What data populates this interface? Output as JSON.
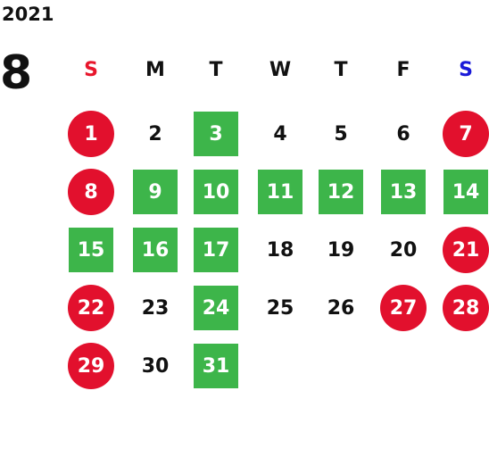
{
  "calendar": {
    "year": "2021",
    "month": "8",
    "weekdays": [
      "S",
      "M",
      "T",
      "W",
      "T",
      "F",
      "S"
    ],
    "days": [
      {
        "label": "1",
        "type": "holiday"
      },
      {
        "label": "2",
        "type": "normal"
      },
      {
        "label": "3",
        "type": "green"
      },
      {
        "label": "4",
        "type": "normal"
      },
      {
        "label": "5",
        "type": "normal"
      },
      {
        "label": "6",
        "type": "normal"
      },
      {
        "label": "7",
        "type": "holiday"
      },
      {
        "label": "8",
        "type": "holiday"
      },
      {
        "label": "9",
        "type": "green"
      },
      {
        "label": "10",
        "type": "green"
      },
      {
        "label": "11",
        "type": "green"
      },
      {
        "label": "12",
        "type": "green"
      },
      {
        "label": "13",
        "type": "green"
      },
      {
        "label": "14",
        "type": "green"
      },
      {
        "label": "15",
        "type": "green"
      },
      {
        "label": "16",
        "type": "green"
      },
      {
        "label": "17",
        "type": "green"
      },
      {
        "label": "18",
        "type": "normal"
      },
      {
        "label": "19",
        "type": "normal"
      },
      {
        "label": "20",
        "type": "normal"
      },
      {
        "label": "21",
        "type": "holiday"
      },
      {
        "label": "22",
        "type": "holiday"
      },
      {
        "label": "23",
        "type": "normal"
      },
      {
        "label": "24",
        "type": "green"
      },
      {
        "label": "25",
        "type": "normal"
      },
      {
        "label": "26",
        "type": "normal"
      },
      {
        "label": "27",
        "type": "holiday"
      },
      {
        "label": "28",
        "type": "holiday"
      },
      {
        "label": "29",
        "type": "holiday"
      },
      {
        "label": "30",
        "type": "normal"
      },
      {
        "label": "31",
        "type": "green"
      }
    ]
  },
  "colors": {
    "holiday": "#e2102d",
    "green": "#3db54a",
    "sunday_header": "#e8162c",
    "saturday_header": "#1a1ad8"
  }
}
